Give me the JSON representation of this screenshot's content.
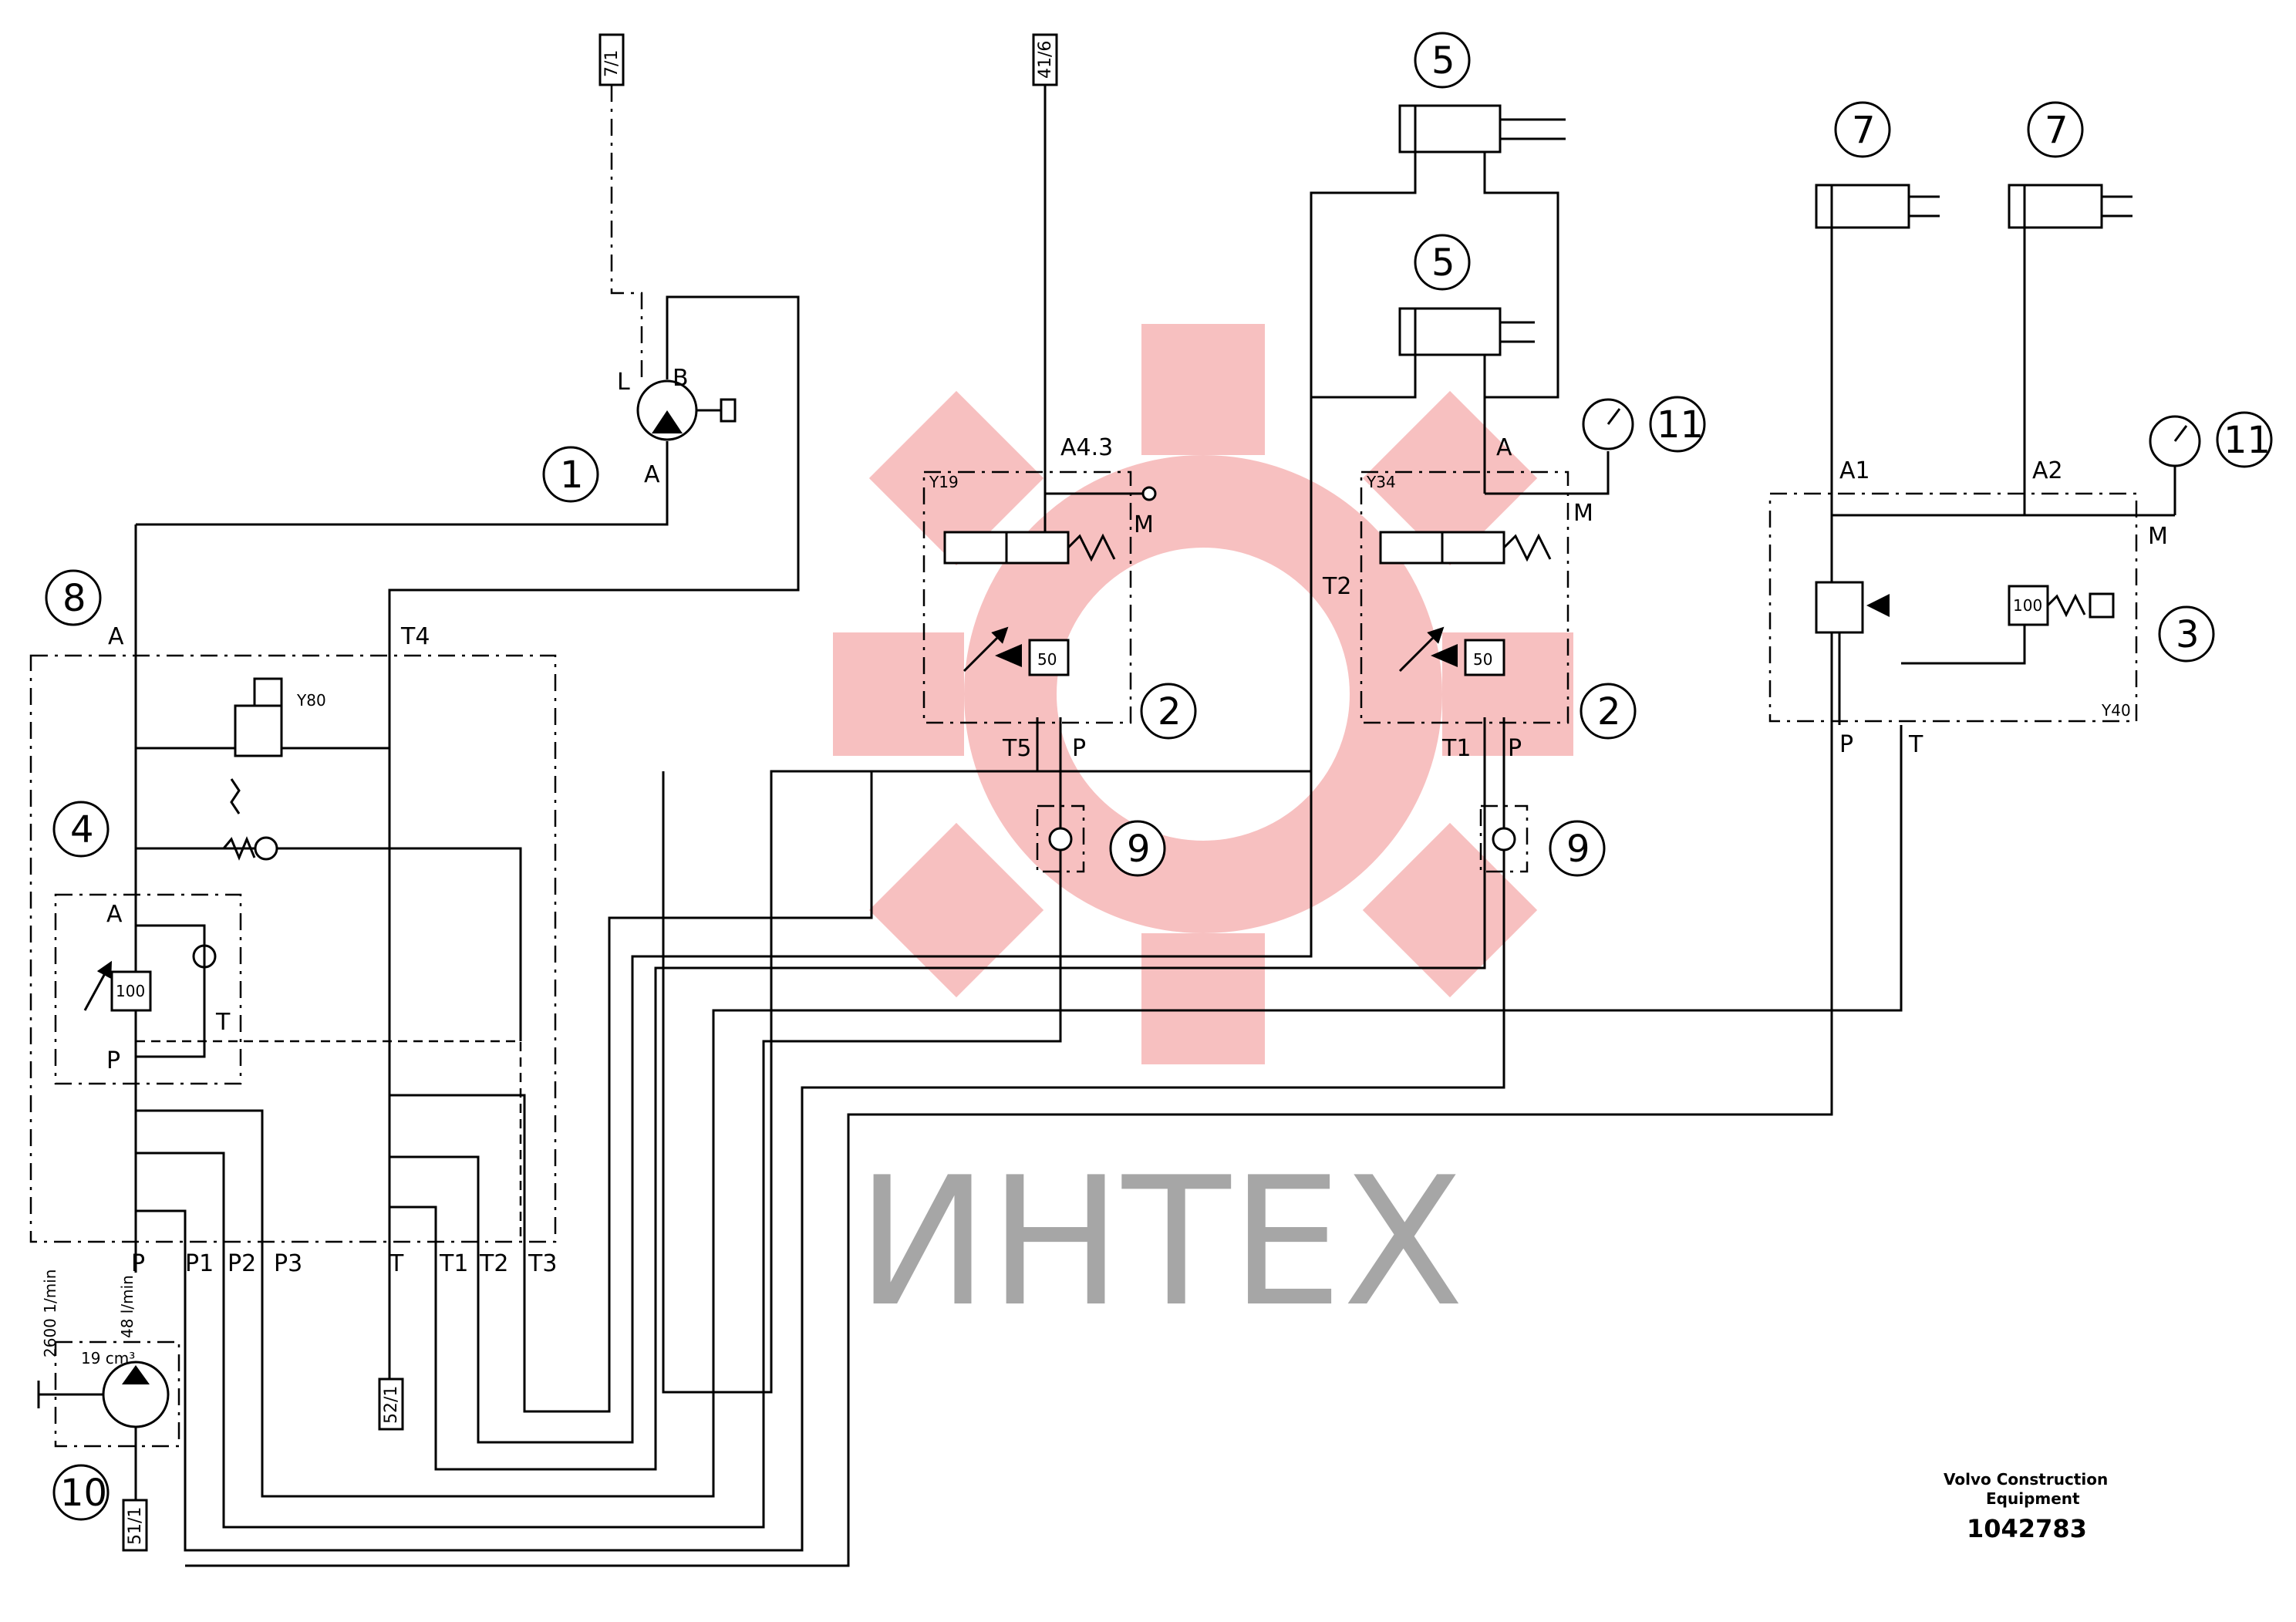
{
  "watermark": {
    "text": "ИНТЕХ",
    "color": "#f2b8b8"
  },
  "references": {
    "r7_1": "7/1",
    "r41_6": "41/6",
    "r52_1": "52/1",
    "r51_1": "51/1"
  },
  "callouts": {
    "c1": "1",
    "c2a": "2",
    "c2b": "2",
    "c3": "3",
    "c4": "4",
    "c5a": "5",
    "c5b": "5",
    "c7a": "7",
    "c7b": "7",
    "c8": "8",
    "c9a": "9",
    "c9b": "9",
    "c10": "10",
    "c11a": "11",
    "c11b": "11"
  },
  "ports": {
    "motor_L": "L",
    "motor_B": "B",
    "motor_A": "A",
    "v2a_A": "A4.3",
    "v2a_M": "M",
    "v2a_T5": "T5",
    "v2a_P": "P",
    "v2b_A": "A",
    "v2b_M": "M",
    "v2b_T2": "T2",
    "v2b_T1": "T1",
    "v2b_P": "P",
    "v3_A1": "A1",
    "v3_A2": "A2",
    "v3_M": "M",
    "v3_P": "P",
    "v3_T": "T",
    "b4_A": "A",
    "b4_T4": "T4",
    "b4_inner_A": "A",
    "b4_inner_T": "T",
    "b4_inner_P": "P",
    "b4_P": "P",
    "b4_P1": "P1",
    "b4_P2": "P2",
    "b4_P3": "P3",
    "b4_T": "T",
    "b4_T1": "T1",
    "b4_T2": "T2",
    "b4_T3": "T3"
  },
  "solenoids": {
    "y19": "Y19",
    "y34": "Y34",
    "y40": "Y40",
    "y80": "Y80"
  },
  "valve_values": {
    "v2a": "50",
    "v2b": "50",
    "v3": "100",
    "v4": "100"
  },
  "pump": {
    "displacement": "19 cm³",
    "flow": "48 l/min",
    "speed": "2600 1/min"
  },
  "credits": {
    "company_line1": "Volvo Construction",
    "company_line2": "Equipment",
    "part_number": "1042783"
  }
}
